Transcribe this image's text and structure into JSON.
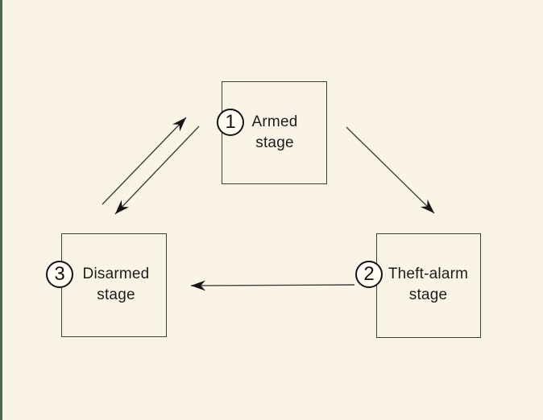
{
  "figure": {
    "background_color": "#faf4e7",
    "left_stripe_color": "#4d6b49",
    "line_color": "#3f3f3f",
    "stages": [
      {
        "number": "1",
        "line1": "Armed",
        "line2": "stage"
      },
      {
        "number": "2",
        "line1": "Theft-alarm",
        "line2": "stage"
      },
      {
        "number": "3",
        "line1": "Disarmed",
        "line2": "stage"
      }
    ],
    "transitions": [
      {
        "from": "Armed stage",
        "to": "Theft-alarm stage"
      },
      {
        "from": "Theft-alarm stage",
        "to": "Disarmed stage"
      },
      {
        "from": "Disarmed stage",
        "to": "Armed stage"
      },
      {
        "from": "Armed stage",
        "to": "Disarmed stage"
      }
    ]
  }
}
